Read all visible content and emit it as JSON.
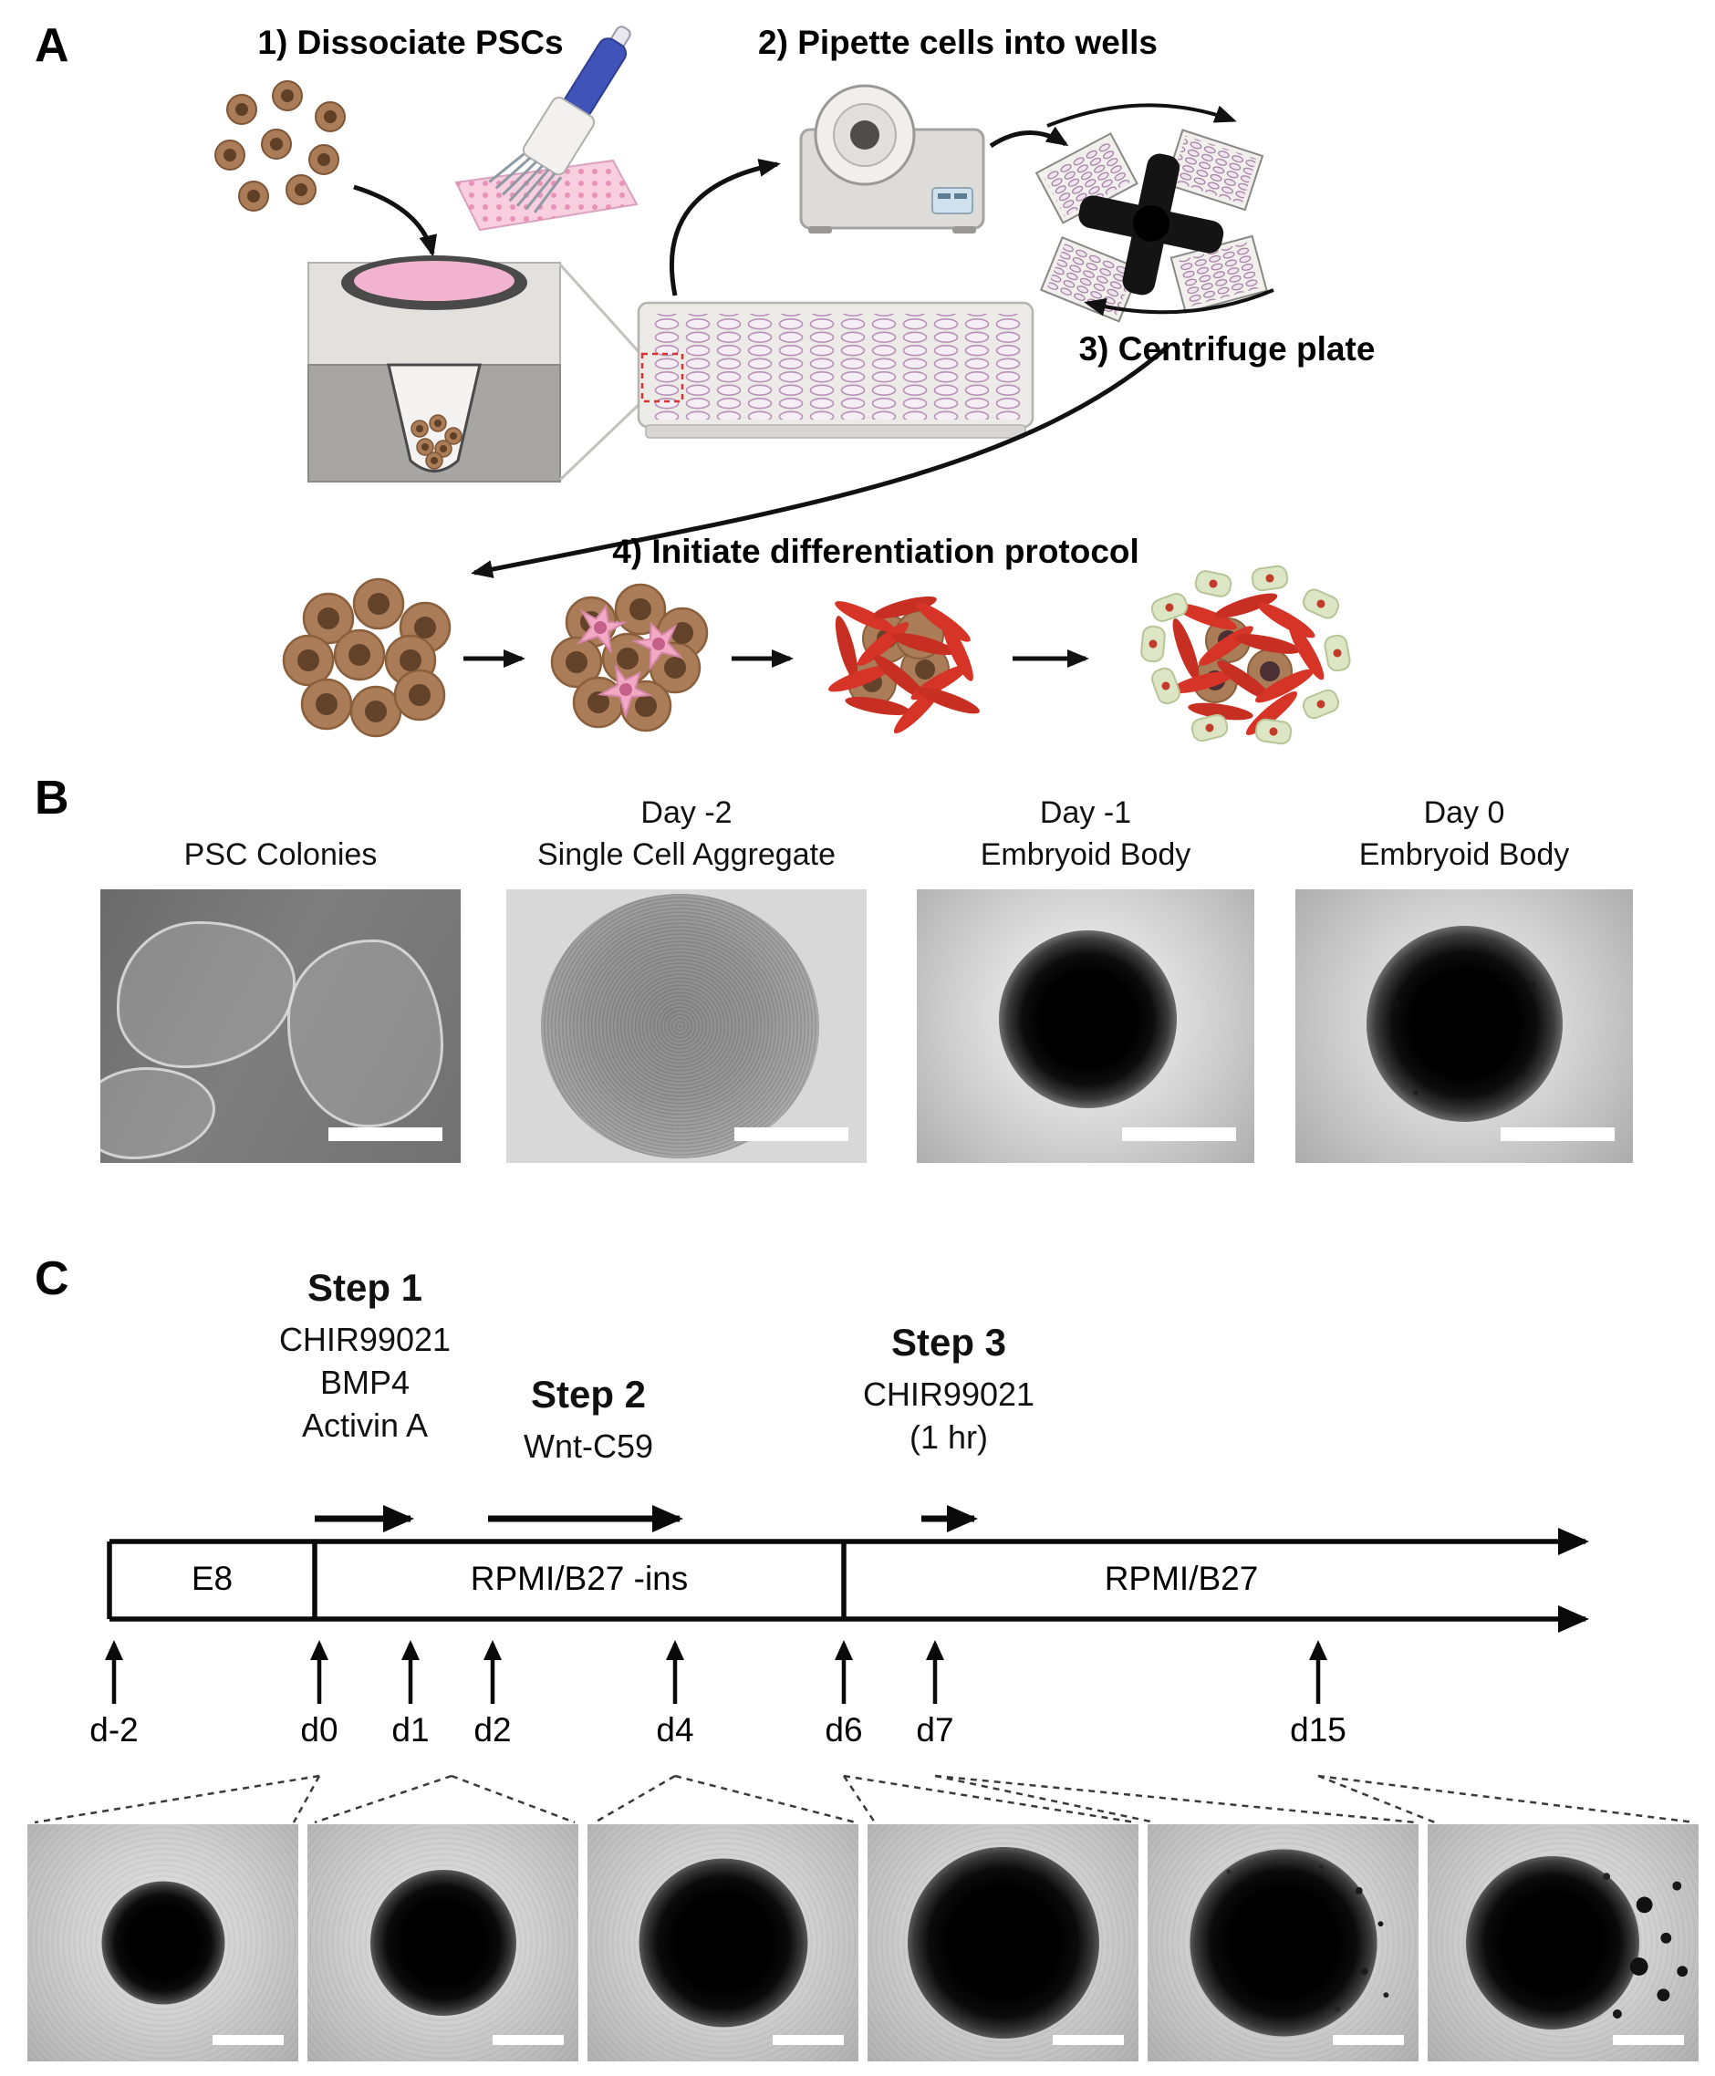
{
  "panelA": {
    "label": "A",
    "step1": "1) Dissociate PSCs",
    "step2": "2) Pipette cells into wells",
    "step3": "3) Centrifuge plate",
    "step4": "4) Initiate differentiation protocol"
  },
  "panelB": {
    "label": "B",
    "images": [
      {
        "day": "",
        "name": "PSC Colonies"
      },
      {
        "day": "Day -2",
        "name": "Single Cell Aggregate"
      },
      {
        "day": "Day -1",
        "name": "Embryoid Body"
      },
      {
        "day": "Day 0",
        "name": "Embryoid Body"
      }
    ]
  },
  "panelC": {
    "label": "C",
    "steps": [
      {
        "title": "Step 1",
        "lines": [
          "CHIR99021",
          "BMP4",
          "Activin A"
        ]
      },
      {
        "title": "Step 2",
        "lines": [
          "Wnt-C59"
        ]
      },
      {
        "title": "Step 3",
        "lines": [
          "CHIR99021",
          "(1 hr)"
        ]
      }
    ],
    "media": [
      "E8",
      "RPMI/B27 -ins",
      "RPMI/B27"
    ],
    "days": [
      "d-2",
      "d0",
      "d1",
      "d2",
      "d4",
      "d6",
      "d7",
      "d15"
    ]
  },
  "colors": {
    "psc_brown": "#aa7c58",
    "nucleus_brown": "#63422a",
    "media_pink": "#f2b3d1",
    "cardiomyocyte_red": "#d53426",
    "epicardial_green": "#dde6c4",
    "well_purple": "#b78fb7",
    "highlight_red": "#e03030"
  }
}
